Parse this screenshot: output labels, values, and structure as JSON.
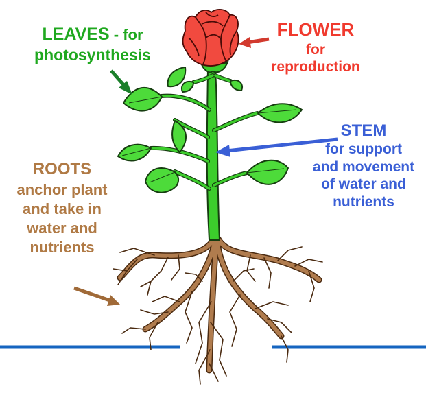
{
  "colors": {
    "leaves": "#1fa81f",
    "leaf_fill": "#4ddb3a",
    "stem": "#3ccd2c",
    "flower_text": "#f03a2e",
    "flower_fill": "#f14a3f",
    "stem_text": "#3a5fd6",
    "roots_text": "#b07a45",
    "root_fill": "#b07c4e",
    "ground_line": "#1565c0"
  },
  "labels": {
    "leaves": {
      "title": "LEAVES",
      "suffix": " - for",
      "line2": "photosynthesis"
    },
    "flower": {
      "title": "FLOWER",
      "line2": "for",
      "line3": "reproduction"
    },
    "stem": {
      "title": "STEM",
      "line2": "for support",
      "line3": "and movement",
      "line4": "of water and",
      "line5": "nutrients"
    },
    "roots": {
      "title": "ROOTS",
      "line2": "anchor plant",
      "line3": "and take in",
      "line4": "water and",
      "line5": "nutrients"
    }
  },
  "icons": {
    "leaves_arrow": "green-arrow-icon",
    "flower_arrow": "red-arrow-icon",
    "stem_arrow": "blue-arrow-icon",
    "roots_arrow": "brown-arrow-icon"
  }
}
